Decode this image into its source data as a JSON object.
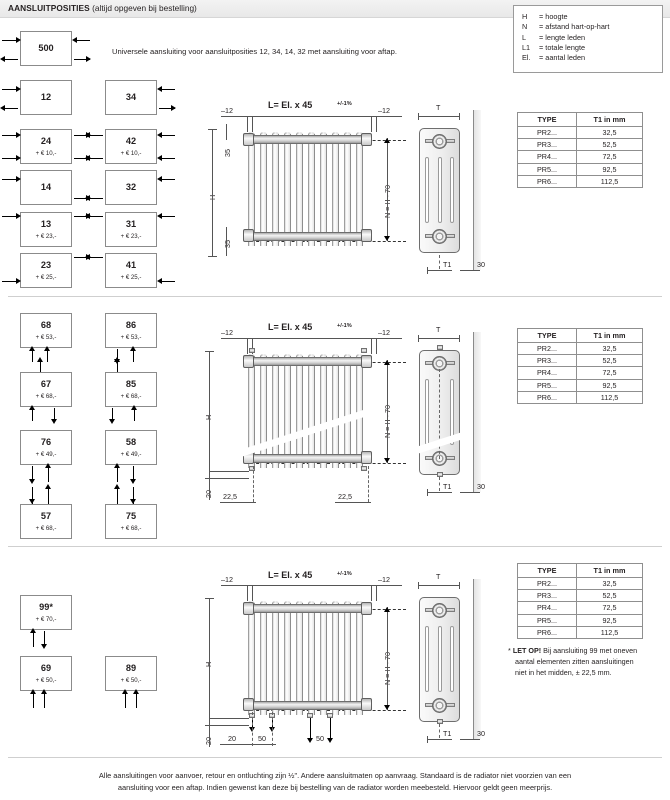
{
  "header": {
    "title": "AANSLUITPOSITIES",
    "subtitle": "(altijd opgeven bij bestelling)"
  },
  "intro_text": "Universele aansluiting voor aansluitposities 12, 34, 14, 32 met aansluiting voor aftap.",
  "legend": {
    "rows": [
      {
        "key": "H",
        "eq": "=",
        "desc": "hoogte"
      },
      {
        "key": "N",
        "eq": "=",
        "desc": "afstand hart-op-hart"
      },
      {
        "key": "L",
        "eq": "=",
        "desc": "lengte leden"
      },
      {
        "key": "L1",
        "eq": "=",
        "desc": "totale lengte"
      },
      {
        "key": "El.",
        "eq": "=",
        "desc": "aantal leden"
      }
    ]
  },
  "type_table": {
    "headers": [
      "TYPE",
      "T1 in mm"
    ],
    "rows": [
      [
        "PR2...",
        "32,5"
      ],
      [
        "PR3...",
        "52,5"
      ],
      [
        "PR4...",
        "72,5"
      ],
      [
        "PR5...",
        "92,5"
      ],
      [
        "PR6...",
        "112,5"
      ]
    ]
  },
  "positions": {
    "section1": [
      {
        "code": "500",
        "price": ""
      },
      {
        "code": "12",
        "price": ""
      },
      {
        "code": "24",
        "price": "+ € 10,-"
      },
      {
        "code": "14",
        "price": ""
      },
      {
        "code": "13",
        "price": "+ € 23,-"
      },
      {
        "code": "23",
        "price": "+ € 25,-"
      },
      {
        "code": "34",
        "price": ""
      },
      {
        "code": "42",
        "price": "+ € 10,-"
      },
      {
        "code": "32",
        "price": ""
      },
      {
        "code": "31",
        "price": "+ € 23,-"
      },
      {
        "code": "41",
        "price": "+ € 25,-"
      }
    ],
    "section2": [
      {
        "code": "68",
        "price": "+ € 53,-"
      },
      {
        "code": "67",
        "price": "+ € 68,-"
      },
      {
        "code": "76",
        "price": "+ € 49,-"
      },
      {
        "code": "57",
        "price": "+ € 68,-"
      },
      {
        "code": "86",
        "price": "+ € 53,-"
      },
      {
        "code": "85",
        "price": "+ € 68,-"
      },
      {
        "code": "58",
        "price": "+ € 49,-"
      },
      {
        "code": "75",
        "price": "+ € 68,-"
      }
    ],
    "section3": [
      {
        "code": "99*",
        "price": "+ € 70,-"
      },
      {
        "code": "69",
        "price": "+ € 50,-"
      },
      {
        "code": "89",
        "price": "+ € 50,-"
      }
    ]
  },
  "drawings": {
    "length_label": "L= El. x 45",
    "length_tol": "+/-1%",
    "minus12": "–12",
    "t_label": "T",
    "t1_label": "T1",
    "wall_gap": "30",
    "h_label": "H",
    "n_label": "N = H - 70",
    "d35": "35",
    "d20": "20",
    "d22_5": "22,5",
    "d50": "50"
  },
  "note": {
    "star": "*",
    "bold": "LET OP!",
    "line1": "Bij aansluiting 99 met oneven",
    "line2": "aantal elementen zitten aansluitingen",
    "line3": "niet in het midden, ± 22,5 mm."
  },
  "footer": {
    "line1": "Alle aansluitingen voor aanvoer, retour en ontluchting zijn ½\". Andere aansluitmaten op aanvraag. Standaard is de radiator niet voorzien van een",
    "line2": "aansluiting voor een aftap. Indien gewenst kan deze bij bestelling van de radiator worden meebesteld. Hiervoor geldt geen meerprijs."
  },
  "colors": {
    "ink": "#231f20",
    "line": "#8b8b8b",
    "header_bg": "#eeeeee"
  }
}
